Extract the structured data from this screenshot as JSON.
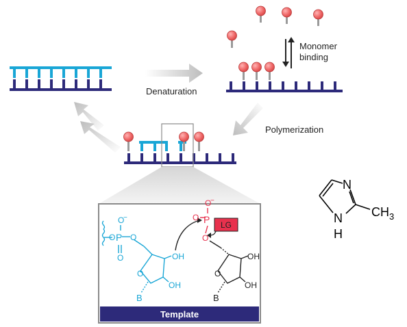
{
  "colors": {
    "template_navy": "#2d2a7a",
    "strand_cyan": "#19a6d6",
    "monomer_red": "#f06a6a",
    "arrow_gray": "#c9c9c9",
    "leaving_group_red": "#e8314d",
    "template_bar": "#2d2a7a"
  },
  "labels": {
    "denaturation": "Denaturation",
    "monomer_binding_line1": "Monomer",
    "monomer_binding_line2": "binding",
    "polymerization": "Polymerization",
    "template": "Template"
  },
  "chemistry": {
    "lg": "LG",
    "oh": "OH",
    "base": "B",
    "o": "O",
    "p": "P",
    "minus": "−",
    "n": "N",
    "h": "H",
    "ch3": "CH",
    "ch3_sub": "3"
  }
}
